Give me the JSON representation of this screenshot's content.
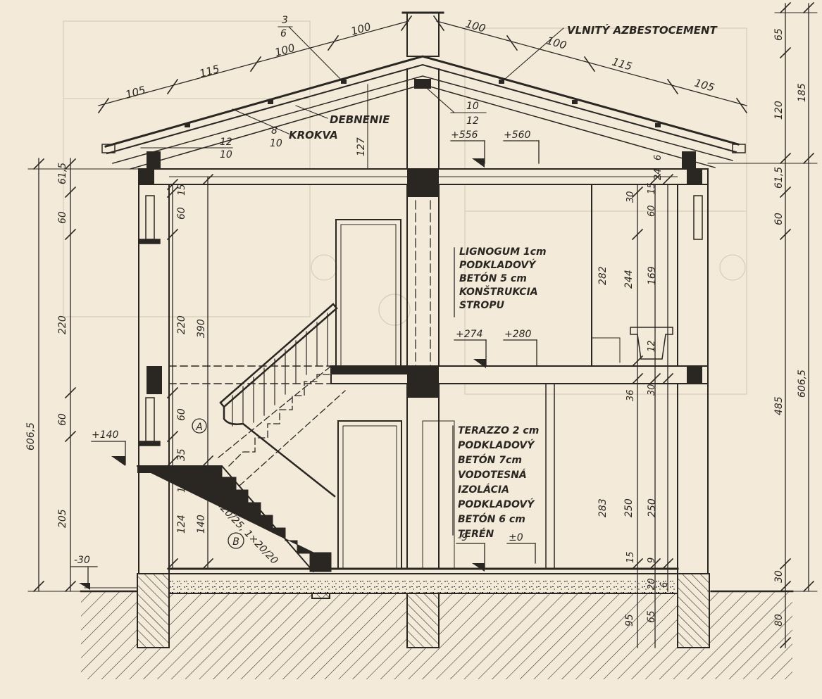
{
  "colors": {
    "paper": "#f3ead9",
    "ink": "#2a2723",
    "ghost": "#d7cdb8"
  },
  "roof": {
    "material_label": "VLNITÝ AZBESTOCEMENT",
    "sheathing_label": "DEBNENIE",
    "rafter_label": "KROKVA",
    "rafter_w": "8",
    "rafter_h": "10",
    "purlin_w": "3",
    "purlin_h": "6",
    "ridge_w": "10",
    "ridge_h": "12",
    "eave_w": "12",
    "eave_h": "10",
    "segments_left": [
      "105",
      "115",
      "100",
      "100"
    ],
    "segments_right": [
      "100",
      "100",
      "115",
      "105"
    ],
    "height_127": "127"
  },
  "levels": {
    "roof_left": "+556",
    "roof_right": "+560",
    "floor_left": "+274",
    "floor_right": "+280",
    "landing": "+140",
    "ground_m9": "-9",
    "ground_0": "±0",
    "terrain": "-30"
  },
  "notes": {
    "upper": [
      "LIGNOGUM 1cm",
      "PODKLADOVÝ",
      "BETÓN 5 cm",
      "KONŠTRUKCIA",
      "STROPU"
    ],
    "lower": [
      "TERAZZO 2 cm",
      "PODKLADOVÝ",
      "BETÓN 7cm",
      "VODOTESNÁ",
      "IZOLÁCIA",
      "PODKLADOVÝ",
      "BETÓN 6 cm",
      "TERÉN"
    ]
  },
  "stair": {
    "label": "6×20/25, 1×20/20",
    "marker_a": "A",
    "marker_b": "B"
  },
  "dims": {
    "left_outer": [
      "61,5",
      "60",
      "220",
      "60",
      "205"
    ],
    "left_total": "606,5",
    "left_inner": [
      "15",
      "60",
      "220",
      "60",
      "35",
      "16",
      "124"
    ],
    "left_390": "390",
    "left_140": "140",
    "right_outer": [
      "65",
      "120",
      "61,5",
      "60",
      "485",
      "30",
      "80"
    ],
    "right_185": "185",
    "right_total": "606,5",
    "right_inner_a": [
      "6",
      "30",
      "60",
      "282",
      "36",
      "283",
      "15"
    ],
    "right_inner_b": [
      "24",
      "15",
      "244",
      "30",
      "250",
      "9"
    ],
    "right_inner_c": [
      "169",
      "12",
      "250"
    ],
    "base": [
      "95",
      "65",
      "20",
      "6"
    ]
  }
}
